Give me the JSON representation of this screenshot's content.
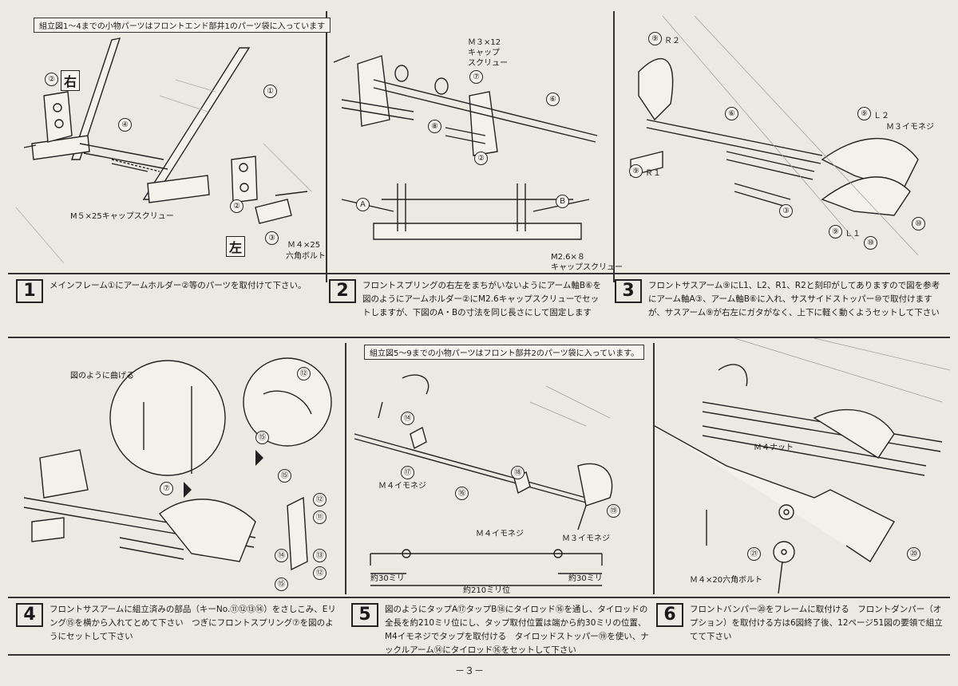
{
  "notes": {
    "top": "組立図1～4までの小物パーツはフロントエンド部井1のパーツ袋に入っています",
    "mid": "組立図5～9までの小物パーツはフロント部井2のパーツ袋に入っています。"
  },
  "steps": [
    {
      "num": "1",
      "text": "メインフレーム①にアームホルダー②等のパーツを取付けて下さい。"
    },
    {
      "num": "2",
      "text": "フロントスプリングの右左をまちがいないようにアーム軸B⑥を図のようにアームホルダー②にM2.6キャップスクリューでセットしますが、下図のA・Bの寸法を同じ長さにして固定します"
    },
    {
      "num": "3",
      "text": "フロントサスアーム⑨にL1、L2、R1、R2と刻印がしてありますので図を参考にアーム軸A③、アーム軸B⑥に入れ、サスサイドストッパー⑩で取付けますが、サスアーム⑨が右左にガタがなく、上下に軽く動くようセットして下さい"
    },
    {
      "num": "4",
      "text": "フロントサスアームに組立済みの部品（キーNo.⑪⑫⑬⑭）をさしこみ、Eリング⑮を横から入れてとめて下さい　つぎにフロントスプリング⑦を図のようにセットして下さい"
    },
    {
      "num": "5",
      "text": "図のようにタップA⑰タップB⑱にタイロッド⑯を通し、タイロッドの全長を約210ミリ位にし、タップ取付位置は端から約30ミリの位置、M4イモネジでタップを取付ける　タイロッドストッパー⑲を使い、ナックルアーム⑭にタイロッド⑯をセットして下さい"
    },
    {
      "num": "6",
      "text": "フロントバンパー⑳をフレームに取付ける　フロントダンパー（オプション）を取付ける方は6図終了後、12ページ51図の要領で組立てて下さい"
    }
  ],
  "labels": {
    "p1": {
      "right": "右",
      "left": "左",
      "screw1": "M５×25キャップスクリュー",
      "screw2": "Ｍ４×25",
      "bolt": "六角ボルト"
    },
    "p2": {
      "screw1a": "Ｍ３×12",
      "screw1b": "キャップ",
      "screw1c": "スクリュー",
      "a": "Ａ",
      "b": "Ｂ",
      "screw2a": "M2.6×８",
      "screw2b": "キャップスクリュー"
    },
    "p3": {
      "r2": "Ｒ２",
      "r1": "Ｒ１",
      "l2": "Ｌ２",
      "l1": "Ｌ１",
      "imoneji": "Ｍ３イモネジ"
    },
    "p4": {
      "bend": "図のように曲げる"
    },
    "p5": {
      "m4a": "Ｍ４イモネジ",
      "m4b": "Ｍ４イモネジ",
      "m3": "Ｍ３イモネジ",
      "d30a": "約30ミリ",
      "d30b": "約30ミリ",
      "d210": "約210ミリ位"
    },
    "p6": {
      "nut": "Ｍ４ナット",
      "bolt": "Ｍ４×20六角ボルト"
    }
  },
  "page_number": "－３－"
}
